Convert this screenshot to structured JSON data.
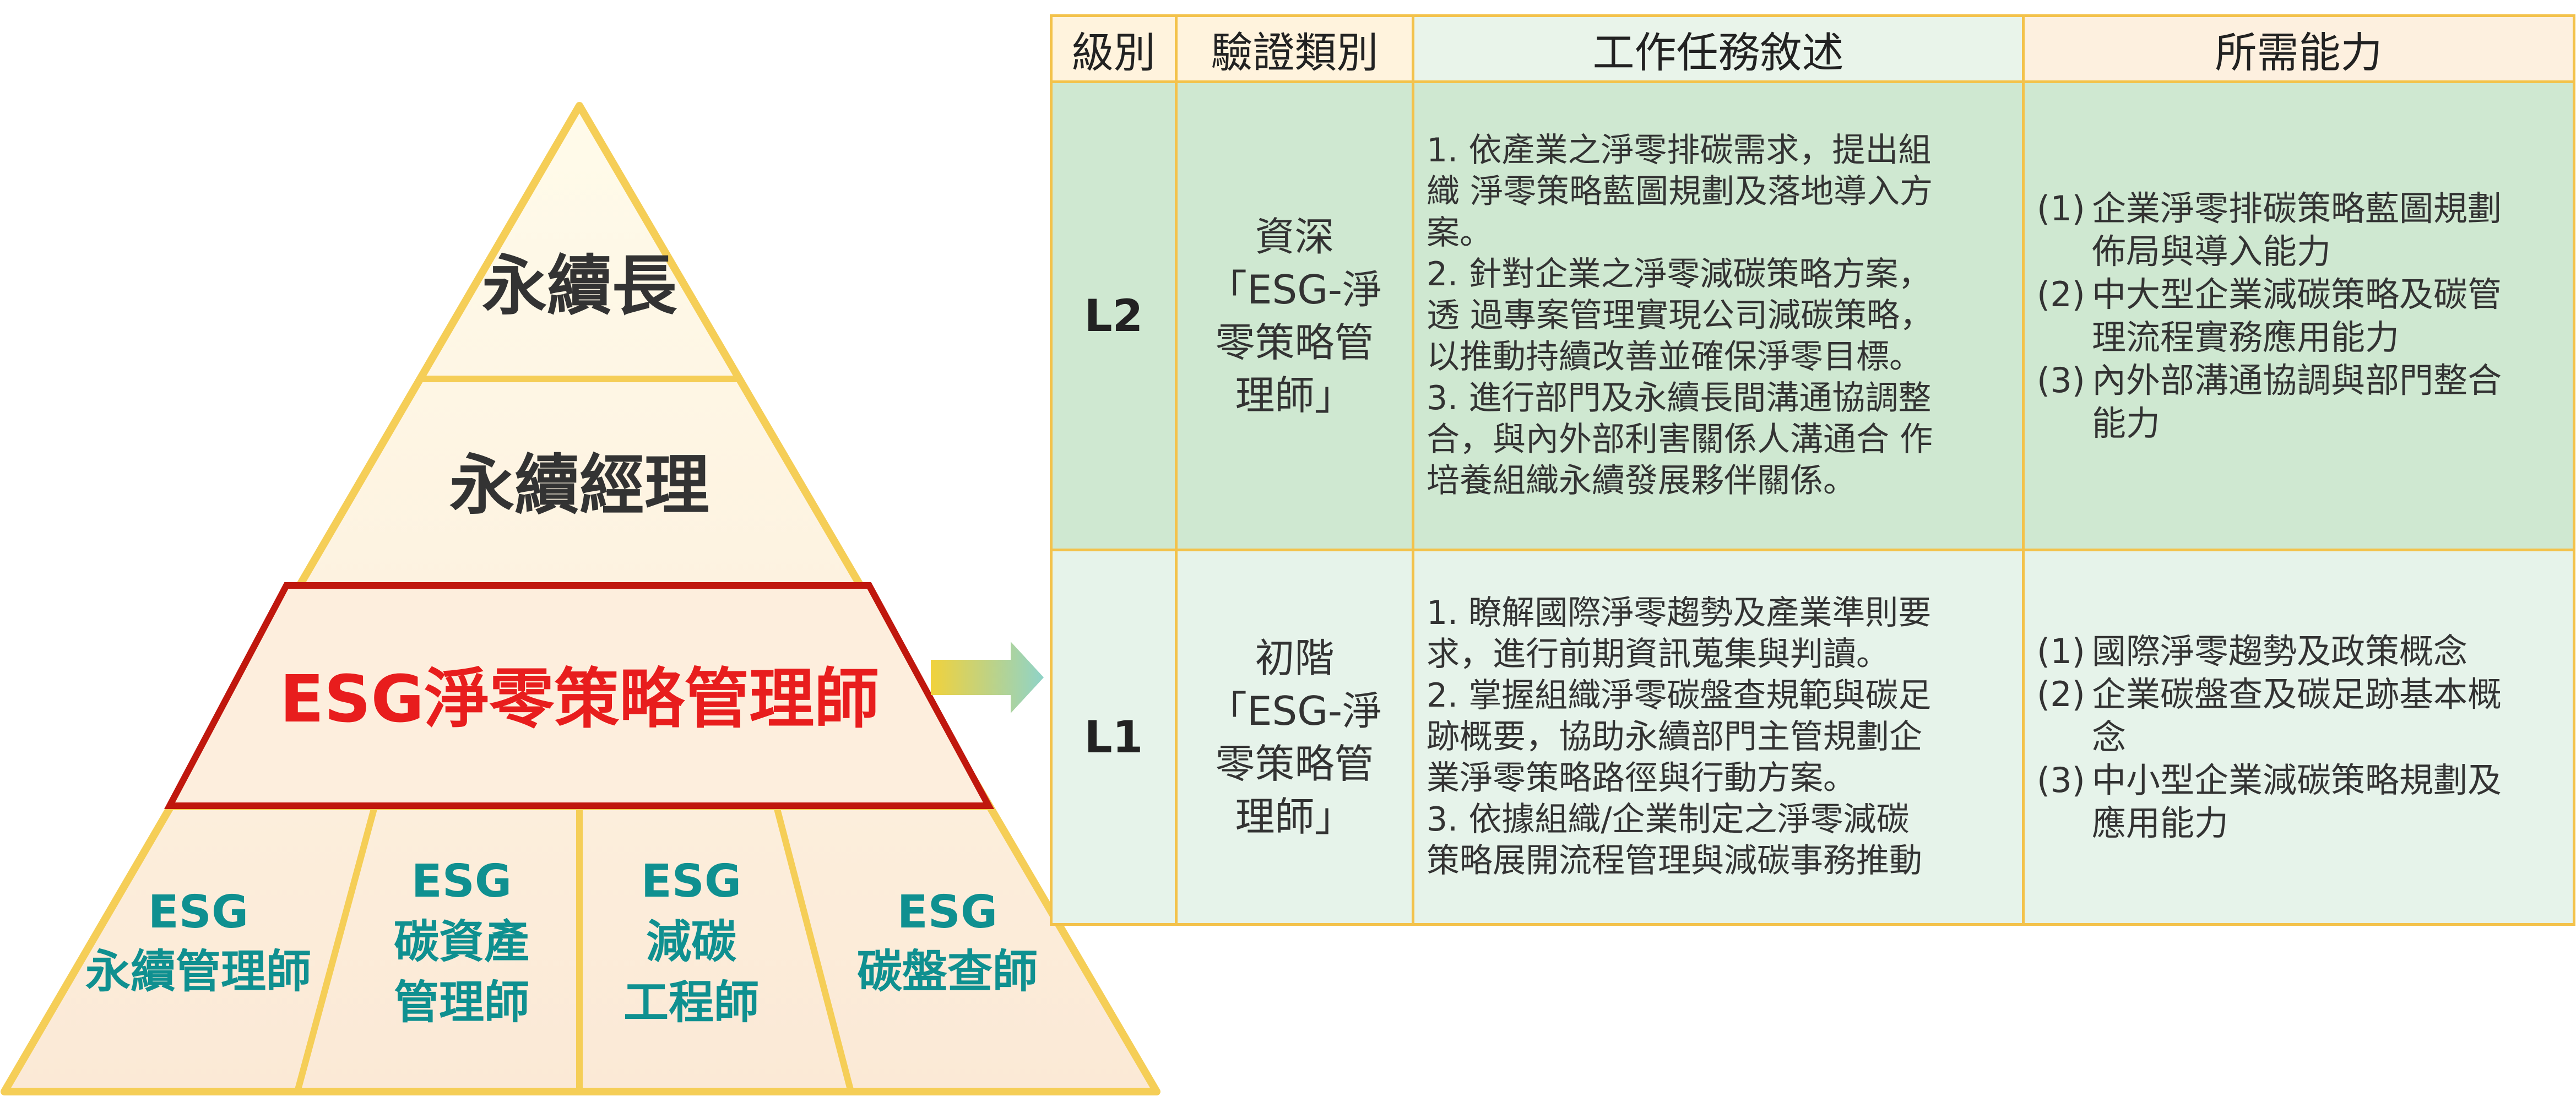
{
  "pyramid": {
    "top": "永續長",
    "second": "永續經理",
    "highlight": "ESG淨零策略管理師",
    "base": [
      {
        "lines": [
          "ESG",
          "永續管理師"
        ]
      },
      {
        "lines": [
          "ESG",
          "碳資產",
          "管理師"
        ]
      },
      {
        "lines": [
          "ESG",
          "減碳",
          "工程師"
        ]
      },
      {
        "lines": [
          "ESG",
          "碳盤查師"
        ]
      }
    ],
    "colors": {
      "outline": "#f5ce57",
      "highlight_border": "#c0170d",
      "highlight_text": "#e81d1d",
      "base_text": "#0f9090",
      "dark_text": "#333333"
    }
  },
  "table": {
    "headers": {
      "level": "級別",
      "category": "驗證類別",
      "tasks": "工作任務敘述",
      "abilities": "所需能力"
    },
    "rows": [
      {
        "level": "L2",
        "category": [
          "資深",
          "「ESG-淨",
          "零策略管",
          "理師」"
        ],
        "tasks": [
          "1. 依產業之淨零排碳需求，提出組",
          "織 淨零策略藍圖規劃及落地導入方",
          "案。",
          "2. 針對企業之淨零減碳策略方案，",
          "透 過專案管理實現公司減碳策略，",
          "以推動持續改善並確保淨零目標。",
          "3. 進行部門及永續長間溝通協調整",
          "合，與內外部利害關係人溝通合 作",
          "培養組織永續發展夥伴關係。"
        ],
        "abilities": [
          {
            "num": "(1)",
            "lines": [
              "企業淨零排碳策略藍圖規劃",
              "佈局與導入能力"
            ]
          },
          {
            "num": "(2)",
            "lines": [
              "中大型企業減碳策略及碳管",
              "理流程實務應用能力"
            ]
          },
          {
            "num": "(3)",
            "lines": [
              "內外部溝通協調與部門整合",
              "能力"
            ]
          }
        ]
      },
      {
        "level": "L1",
        "category": [
          "初階",
          "「ESG-淨",
          "零策略管",
          "理師」"
        ],
        "tasks": [
          "1. 瞭解國際淨零趨勢及產業準則要",
          "求，進行前期資訊蒐集與判讀。",
          "2. 掌握組織淨零碳盤查規範與碳足",
          "跡概要，協助永續部門主管規劃企",
          "業淨零策略路徑與行動方案。",
          "3. 依據組織/企業制定之淨零減碳",
          "策略展開流程管理與減碳事務推動"
        ],
        "abilities": [
          {
            "num": "(1)",
            "lines": [
              "國際淨零趨勢及政策概念"
            ]
          },
          {
            "num": "(2)",
            "lines": [
              "企業碳盤查及碳足跡基本概",
              "念"
            ]
          },
          {
            "num": "(3)",
            "lines": [
              "中小型企業減碳策略規劃及",
              "應用能力"
            ]
          }
        ]
      }
    ],
    "colors": {
      "border": "#f3c24b",
      "l2_bg": "#cfe8d1",
      "l1_bg": "#e6f3ea"
    }
  }
}
